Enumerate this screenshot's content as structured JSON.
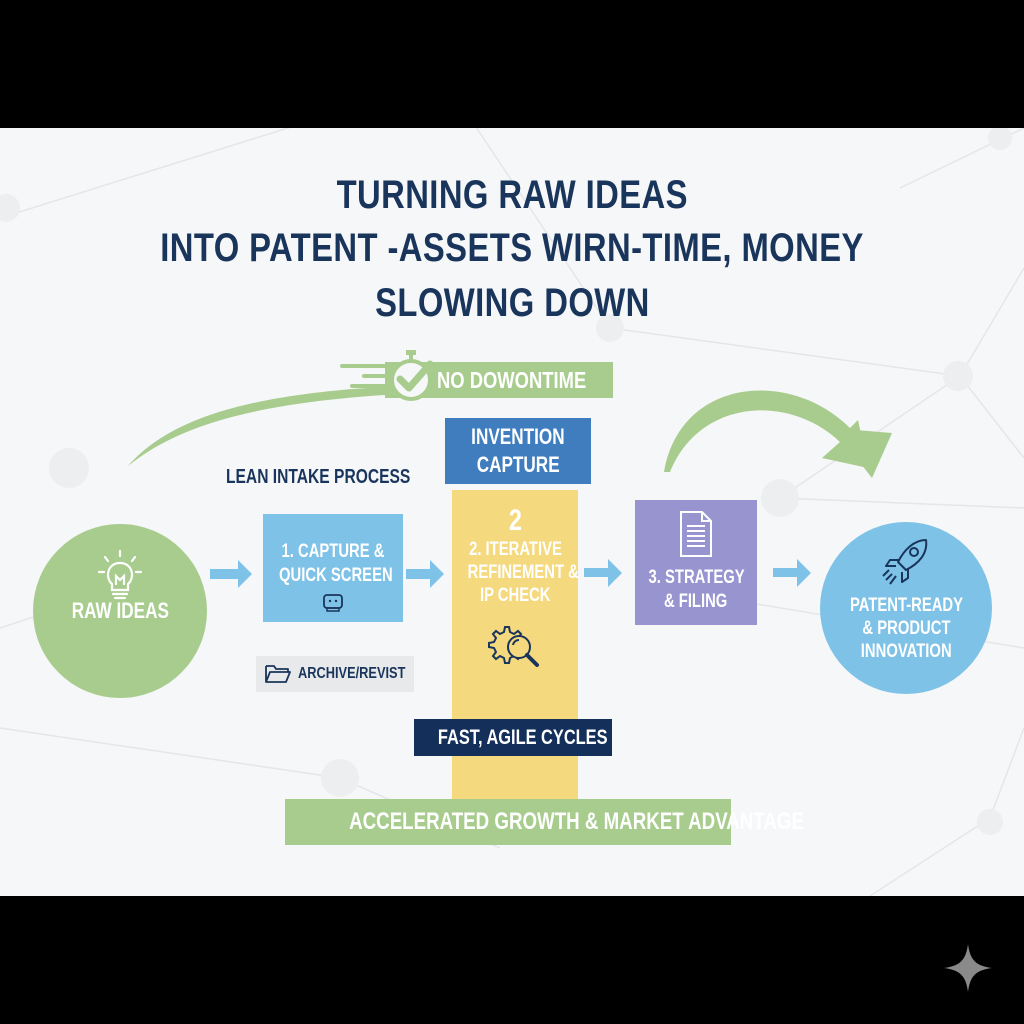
{
  "title": {
    "lines": [
      "TURNING RAW IDEAS",
      "INTO PATENT -ASSETS WIRN-TIME, MONEY",
      "SLOWING DOWN"
    ]
  },
  "banner": {
    "no_downtime": "NO DOWONTIME",
    "icon": "stopwatch-check-icon"
  },
  "labels": {
    "lean_intake": "LEAN INTAKE PROCESS",
    "invention_capture": [
      "INVENTION",
      "CAPTURE"
    ]
  },
  "nodes": {
    "raw_ideas": {
      "label": "RAW IDEAS",
      "icon": "lightbulb-icon"
    },
    "step1": {
      "lines": [
        "1. CAPTURE &",
        "QUICK SCREEN"
      ],
      "icon": "device-icon"
    },
    "step2": {
      "number": "2",
      "lines": [
        "2. ITERATIVE",
        "REFINEMENT &",
        "IP CHECK"
      ],
      "icon": "gear-search-icon"
    },
    "step3": {
      "lines": [
        "3. STRATEGY",
        "& FILING"
      ],
      "icon": "document-icon"
    },
    "final": {
      "lines": [
        "PATENT-READY",
        "& PRODUCT",
        "INNOVATION"
      ],
      "icon": "rocket-icon"
    }
  },
  "archive": {
    "label": "ARCHIVE/REVIST",
    "icon": "folder-icon"
  },
  "fast_cycles": "FAST, AGILE CYCLES",
  "accelerated": "ACCELERATED GROWTH & MARKET ADVANTAGE",
  "colors": {
    "navy": "#1a355b",
    "green": "#a8cc8e",
    "light_blue": "#7ec2e7",
    "blue": "#3f7dbf",
    "yellow": "#f5d97e",
    "purple": "#9894d0",
    "dark_navy": "#14305a"
  }
}
